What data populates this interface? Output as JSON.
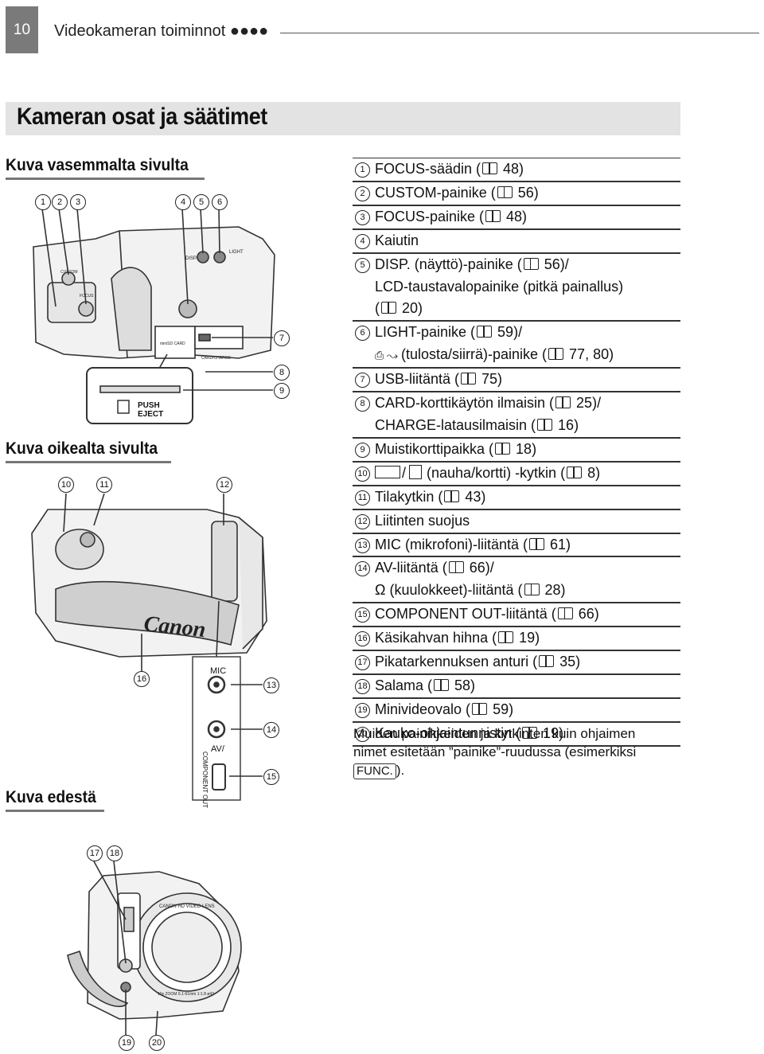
{
  "header": {
    "page_number": "10",
    "running_title": "Videokameran toiminnot ●●●●"
  },
  "title": "Kameran osat ja säätimet",
  "sections": {
    "left": "Kuva vasemmalta sivulta",
    "right": "Kuva oikealta sivulta",
    "front": "Kuva edestä"
  },
  "items": [
    {
      "num": "1",
      "lines": [
        "FOCUS-säädin (",
        " 48)"
      ]
    },
    {
      "num": "2",
      "lines": [
        "CUSTOM-painike (",
        " 56)"
      ]
    },
    {
      "num": "3",
      "lines": [
        "FOCUS-painike (",
        " 48)"
      ]
    },
    {
      "num": "4",
      "lines": [
        "Kaiutin"
      ]
    },
    {
      "num": "5",
      "lines": [
        "DISP. (näyttö)-painike (",
        " 56)/"
      ],
      "extra": [
        "LCD-taustavalopainike (pitkä painallus)",
        "(",
        " 20)"
      ]
    },
    {
      "num": "6",
      "lines": [
        "LIGHT-painike (",
        " 59)/"
      ],
      "extra2": [
        "(tulosta/siirrä)-painike (",
        " 77, 80)"
      ]
    },
    {
      "num": "7",
      "lines": [
        "USB-liitäntä (",
        " 75)"
      ]
    },
    {
      "num": "8",
      "lines": [
        "CARD-korttikäytön ilmaisin (",
        " 25)/"
      ],
      "extra3": [
        "CHARGE-latausilmaisin (",
        " 16)"
      ]
    },
    {
      "num": "9",
      "lines": [
        "Muistikorttipaikka (",
        " 18)"
      ]
    },
    {
      "num": "10",
      "lines": [
        "(nauha/kortti) -kytkin (",
        " 8)"
      ]
    },
    {
      "num": "11",
      "lines": [
        "Tilakytkin (",
        " 43)"
      ]
    },
    {
      "num": "12",
      "lines": [
        "Liitinten suojus"
      ]
    },
    {
      "num": "13",
      "lines": [
        "MIC (mikrofoni)-liitäntä (",
        " 61)"
      ]
    },
    {
      "num": "14",
      "lines": [
        "AV-liitäntä (",
        " 66)/"
      ],
      "extra4": [
        "(kuulokkeet)-liitäntä (",
        " 28)"
      ]
    },
    {
      "num": "15",
      "lines": [
        "COMPONENT OUT-liitäntä (",
        " 66)"
      ]
    },
    {
      "num": "16",
      "lines": [
        "Käsikahvan hihna (",
        " 19)"
      ]
    },
    {
      "num": "17",
      "lines": [
        "Pikatarkennuksen anturi (",
        " 35)"
      ]
    },
    {
      "num": "18",
      "lines": [
        "Salama (",
        " 58)"
      ]
    },
    {
      "num": "19",
      "lines": [
        "Minivideovalo (",
        " 59)"
      ]
    },
    {
      "num": "20",
      "lines": [
        "Kauko-ohjaintunnistin (",
        " 19)"
      ]
    }
  ],
  "note": {
    "text": "Muiden painikkeiden ja kytkinten kuin ohjaimen nimet esitetään ”painike”-ruudussa (esimerkiksi ",
    "func": "FUNC.",
    "end": ")."
  },
  "figure_text": {
    "push_eject": "PUSH\nEJECT",
    "mic": "MIC",
    "av": "AV/",
    "component_out": "COMPONENT OUT",
    "canon": "Canon",
    "minisd": "miniSD CARD",
    "disp": "DISP.",
    "light": "LIGHT",
    "focus": "FOCUS",
    "custom": "CUSTOM",
    "card_charge": "CARD/CHARGE",
    "lens": "CANON HD VIDEO LENS",
    "zoom": "10x ZOOM 6.1-61mm 1:1.8 ø43"
  }
}
